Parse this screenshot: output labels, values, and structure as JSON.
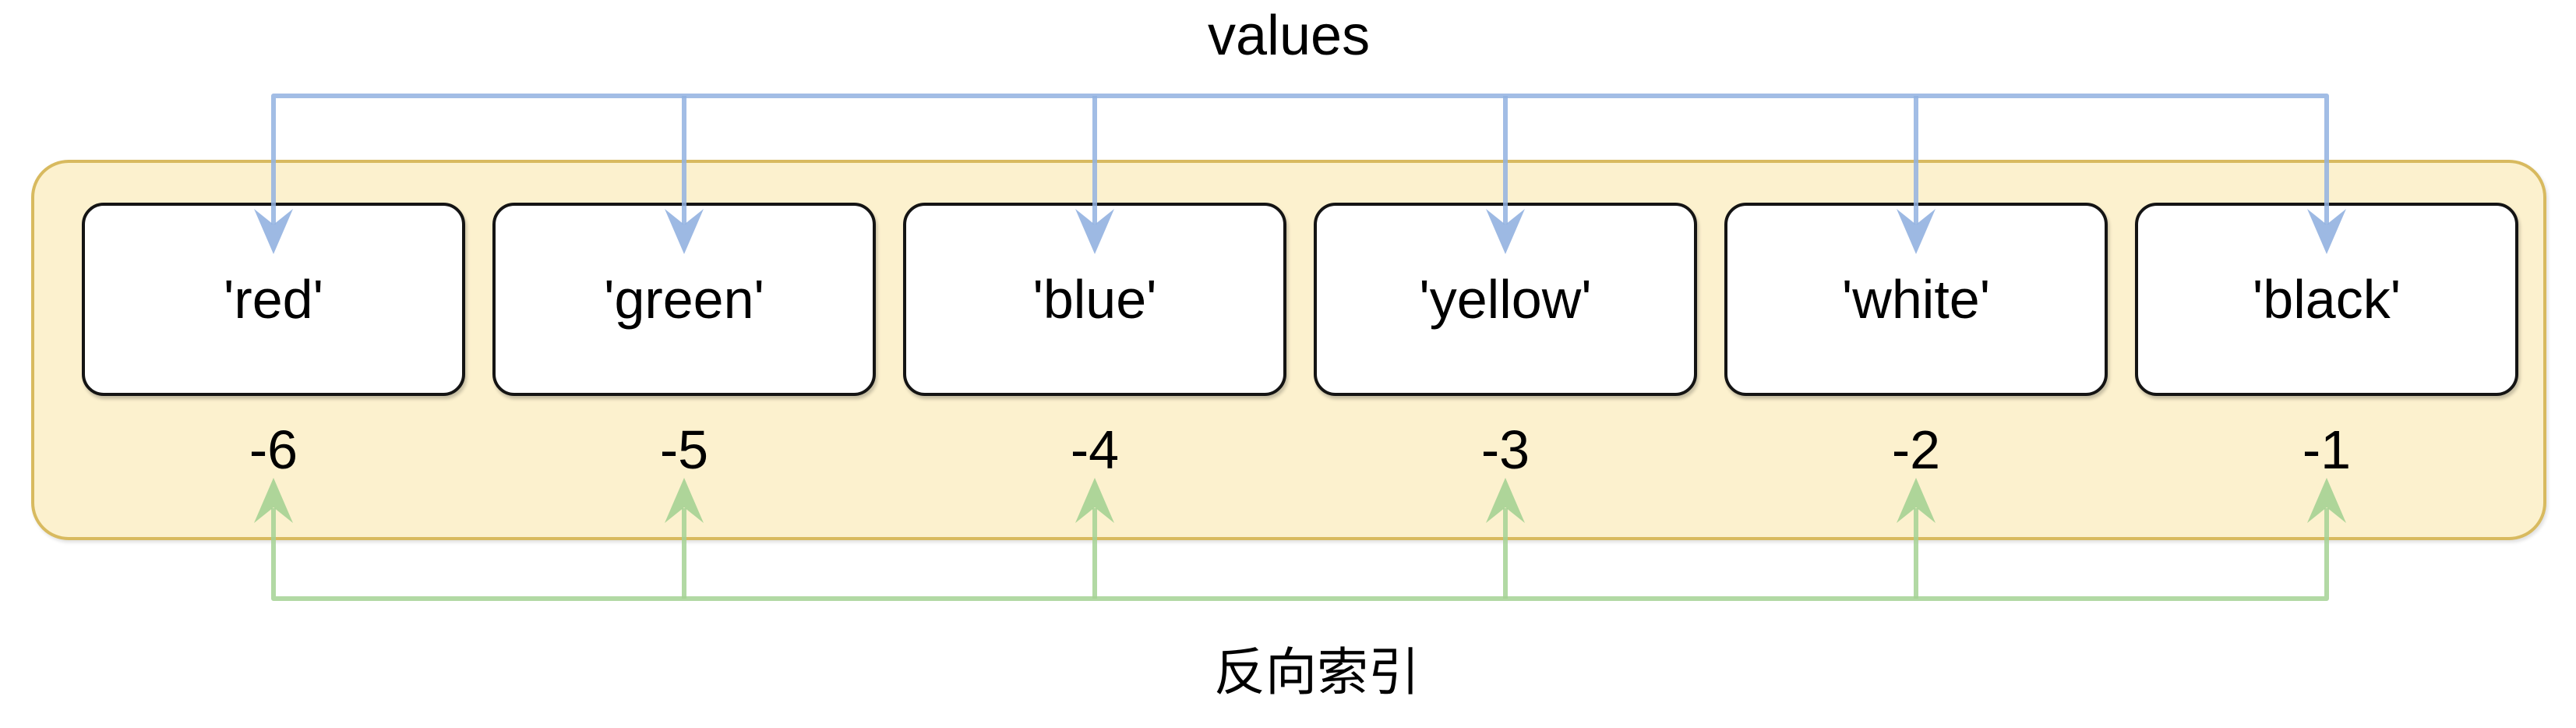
{
  "labels": {
    "top": "values",
    "bottom": "反向索引"
  },
  "cells": [
    {
      "value": "'red'",
      "index": "-6"
    },
    {
      "value": "'green'",
      "index": "-5"
    },
    {
      "value": "'blue'",
      "index": "-4"
    },
    {
      "value": "'yellow'",
      "index": "-3"
    },
    {
      "value": "'white'",
      "index": "-2"
    },
    {
      "value": "'black'",
      "index": "-1"
    }
  ],
  "colors": {
    "background": "#ffffff",
    "values_arrow": "#92b1e0",
    "reverse_index_arrow": "#a5d294",
    "container_fill": "#fcf1ce",
    "container_border": "#d8ba5f",
    "cell_fill": "#ffffff",
    "cell_border": "#141414",
    "text": "#000000"
  }
}
